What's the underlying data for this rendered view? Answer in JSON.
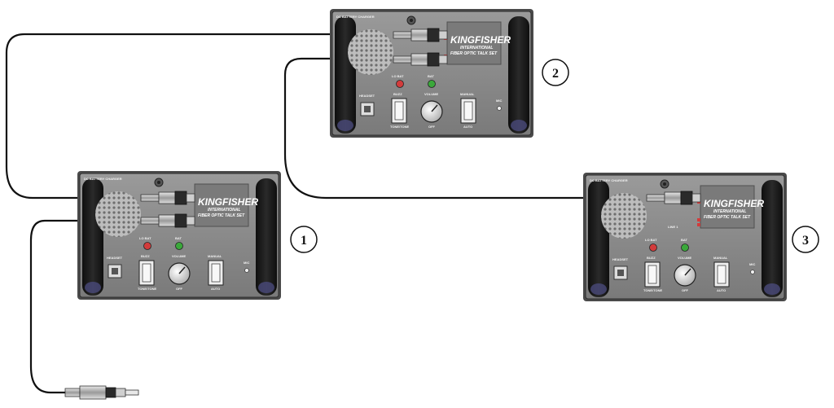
{
  "diagram": {
    "units": [
      {
        "callout": "1",
        "labels": {
          "charger": "DC BATTERY CHARGER",
          "logo_main": "KINGFISHER",
          "logo_intl": "INTERNATIONAL",
          "logo_sub": "FIBER OPTIC TALK SET",
          "headset": "HEADSET",
          "lo_bat": "LO BAT",
          "bat": "BAT",
          "buzz": "BUZZ",
          "volume": "VOLUME",
          "manual": "MANUAL",
          "mic": "MIC",
          "ringtone": "TONE/TONE",
          "off": "OFF",
          "auto": "AUTO"
        }
      },
      {
        "callout": "2",
        "labels": {
          "charger": "DC BATTERY CHARGER",
          "logo_main": "KINGFISHER",
          "logo_intl": "INTERNATIONAL",
          "logo_sub": "FIBER OPTIC TALK SET",
          "headset": "HEADSET",
          "lo_bat": "LO BAT",
          "bat": "BAT",
          "buzz": "BUZZ",
          "volume": "VOLUME",
          "manual": "MANUAL",
          "mic": "MIC",
          "ringtone": "TONE/TONE",
          "off": "OFF",
          "auto": "AUTO"
        }
      },
      {
        "callout": "3",
        "labels": {
          "charger": "DC BATTERY CHARGER",
          "logo_main": "KINGFISHER",
          "logo_intl": "INTERNATIONAL",
          "logo_sub": "FIBER OPTIC TALK SET",
          "headset": "HEADSET",
          "lo_bat": "LO BAT",
          "bat": "BAT",
          "buzz": "BUZZ",
          "volume": "VOLUME",
          "manual": "MANUAL",
          "mic": "MIC",
          "line": "LINE 1",
          "ringtone": "TONE/TONE",
          "off": "OFF",
          "auto": "AUTO"
        }
      }
    ],
    "colors": {
      "panel": "#8c8c8c",
      "panel_edge": "#3a3a3a",
      "handle": "#1a1a1a",
      "handle_glow": "#4a4a7a",
      "cable": "#111111",
      "red_led": "#d23b3b",
      "green_led": "#3aa83a"
    }
  }
}
